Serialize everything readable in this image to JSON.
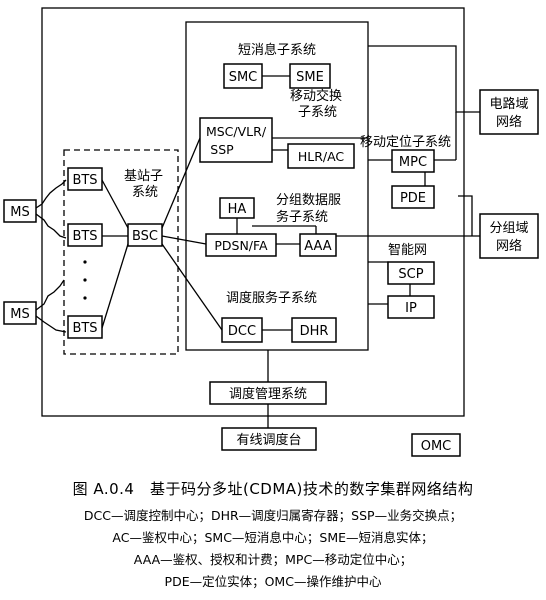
{
  "nodes": {
    "sms_subsystem": "短消息子系统",
    "smc": "SMC",
    "sme": "SME",
    "msc_vlr_ssp": [
      "MSC/VLR/",
      "SSP"
    ],
    "hlr_ac": "HLR/AC",
    "mobile_switching": [
      "移动交换",
      "子系统"
    ],
    "mobile_positioning": "移动定位子系统",
    "mpc": "MPC",
    "pde": "PDE",
    "circuit_network": [
      "电路域",
      "网络"
    ],
    "packet_network": [
      "分组域",
      "网络"
    ],
    "base_station_subsystem": [
      "基站子",
      "系统"
    ],
    "bts": [
      "BTS",
      "BTS",
      "BTS"
    ],
    "ms": [
      "MS",
      "MS"
    ],
    "bsc": "BSC",
    "ha": "HA",
    "packet_data_subsystem": [
      "分组数据服",
      "务子系统"
    ],
    "pdsn_fa": "PDSN/FA",
    "aaa": "AAA",
    "intelligent_network": "智能网",
    "scp": "SCP",
    "ip": "IP",
    "dispatch_service_subsystem": "调度服务子系统",
    "dcc": "DCC",
    "dhr": "DHR",
    "dispatch_management": "调度管理系统",
    "wired_console": "有线调度台",
    "omc": "OMC"
  },
  "caption": {
    "title": "图 A.0.4　基于码分多址(CDMA)技术的数字集群网络结构",
    "lines": [
      "DCC—调度控制中心；DHR—调度归属寄存器；SSP—业务交换点；",
      "AC—鉴权中心；SMC—短消息中心；SME—短消息实体；",
      "AAA—鉴权、授权和计费；MPC—移动定位中心；",
      "PDE—定位实体；OMC—操作维护中心"
    ]
  }
}
